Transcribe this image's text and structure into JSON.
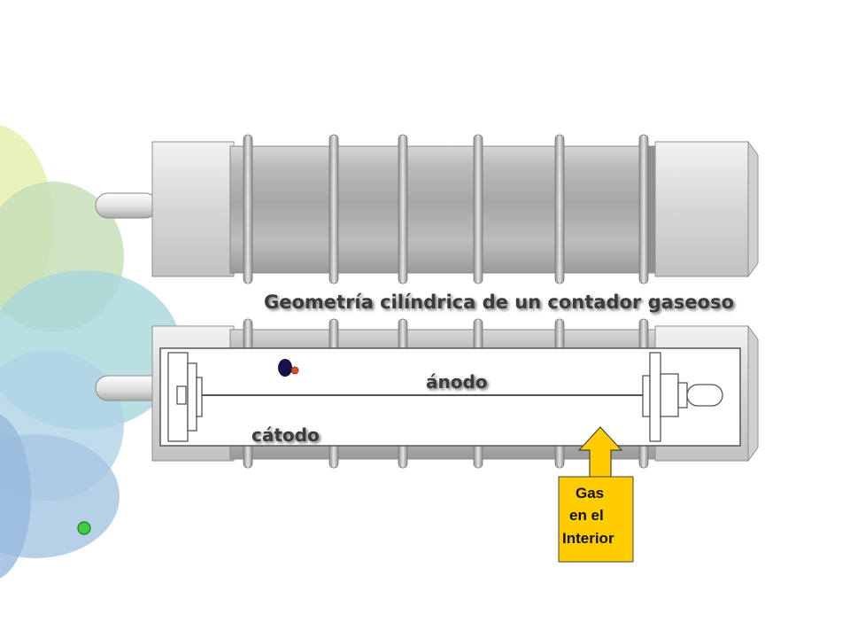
{
  "title": "Geometría cilíndrica de un contador gaseoso",
  "labels": {
    "anode": "ánodo",
    "cathode": "cátodo"
  },
  "callout": {
    "line1": "Gas",
    "line2": "en el",
    "line3": "Interior",
    "color": "#ffcc00"
  },
  "colors": {
    "petal_yellow": "#e9efb4",
    "petal_green": "#c5dfb8",
    "petal_teal": "#a7d7dc",
    "petal_blue": "#a9c8e4",
    "tube_gray": "#b4b4b4",
    "electron": "#13124a",
    "ion": "#e0501c",
    "green_dot": "#3fcf3f"
  }
}
